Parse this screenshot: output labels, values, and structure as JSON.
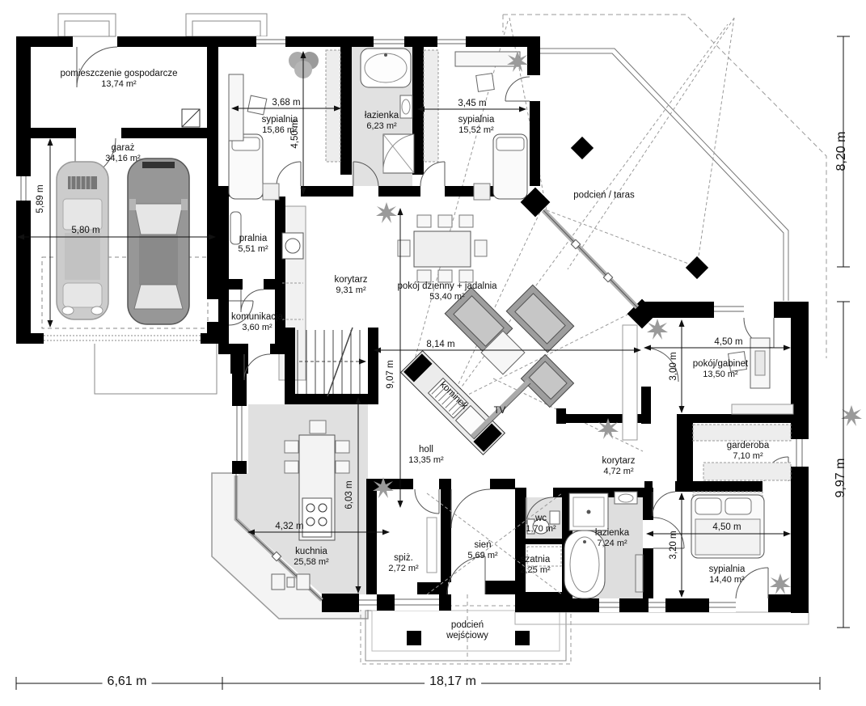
{
  "rooms": [
    {
      "name": "pomieszczenie gospodarcze",
      "area": "13,74 m²"
    },
    {
      "name": "garaż",
      "area": "34,16 m²"
    },
    {
      "name": "sypialnia",
      "area": "15,86 m²"
    },
    {
      "name": "łazienka",
      "area": "6,23 m²"
    },
    {
      "name": "sypialnia",
      "area": "15,52 m²"
    },
    {
      "name": "podcień / taras",
      "area": ""
    },
    {
      "name": "pralnia",
      "area": "5,51 m²"
    },
    {
      "name": "korytarz",
      "area": "9,31 m²"
    },
    {
      "name": "komunikacja",
      "area": "3,60 m²"
    },
    {
      "name": "pokój dzienny + jadalnia",
      "area": "53,40 m²"
    },
    {
      "name": "pokój/gabinet",
      "area": "13,50 m²"
    },
    {
      "name": "garderoba",
      "area": "7,10 m²"
    },
    {
      "name": "holl",
      "area": "13,35 m²"
    },
    {
      "name": "korytarz",
      "area": "4,72 m²"
    },
    {
      "name": "kuchnia",
      "area": "25,58 m²"
    },
    {
      "name": "spiż.",
      "area": "2,72 m²"
    },
    {
      "name": "sień",
      "area": "5,69 m²"
    },
    {
      "name": "szatnia",
      "area": "2,25 m²"
    },
    {
      "name": "wc",
      "area": "1,70 m²"
    },
    {
      "name": "łazienka",
      "area": "7,24 m²"
    },
    {
      "name": "sypialnia",
      "area": "14,40 m²"
    },
    {
      "name": "podcień wejściowy",
      "area": ""
    },
    {
      "name": "kominek",
      "area": ""
    },
    {
      "name": "TV",
      "area": ""
    }
  ],
  "dims": [
    "3,68 m",
    "4,50 m",
    "3,45 m",
    "8,20 m",
    "5,89 m",
    "5,80 m",
    "8,14 m",
    "9,07 m",
    "6,03 m",
    "4,32 m",
    "4,50 m",
    "3,00 m",
    "4,50 m",
    "3,20 m",
    "9,97 m",
    "6,61 m",
    "18,17 m"
  ],
  "icons": {
    "plant": "star-burst",
    "terrace_column": "filled-diamond",
    "porch_column": "filled-square",
    "vent": "square-with-diagonal"
  },
  "colors": {
    "wall": "#000000",
    "tile_floor": "#e0e0e0",
    "terrace_floor": "#f4f4f4",
    "furniture": "#d9d9d9",
    "sofa": "#aaaaaa",
    "car_light": "#cccccc",
    "car_dark": "#979797",
    "line": "#1a1a1a",
    "thin_outline": "#8a8a8a"
  }
}
